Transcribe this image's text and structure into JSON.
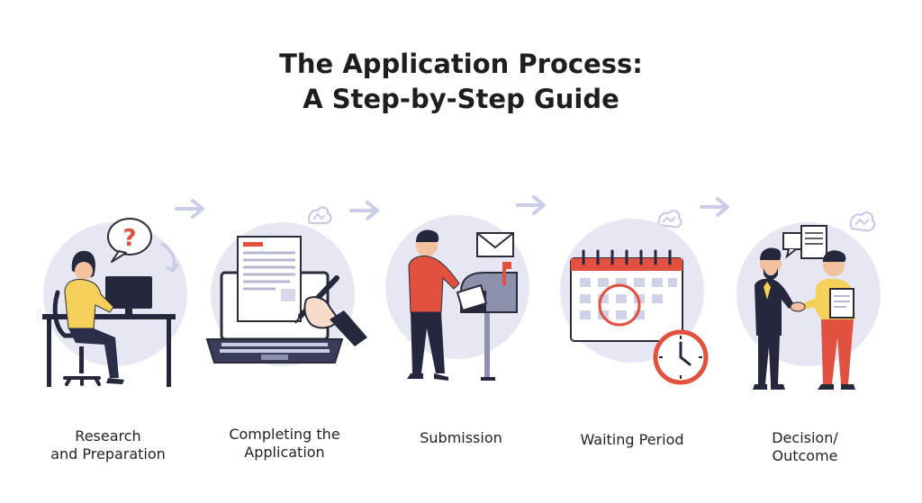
{
  "title": {
    "line1": "The Application Process:",
    "line2": "A Step-by-Step Guide"
  },
  "steps": [
    {
      "lines": [
        "Research",
        "and Preparation"
      ],
      "icon": "research-person-computer"
    },
    {
      "lines": [
        "Completing the",
        "Application"
      ],
      "icon": "laptop-document-pen"
    },
    {
      "lines": [
        "Submission"
      ],
      "icon": "person-mailbox"
    },
    {
      "lines": [
        "Waiting Period"
      ],
      "icon": "calendar-clock"
    },
    {
      "lines": [
        "Decision/",
        "Outcome"
      ],
      "icon": "handshake"
    }
  ],
  "marks": {
    "question": "?"
  },
  "colors": {
    "circle": "#e6e7f3",
    "arrow": "#c7cbe6",
    "accent_red": "#e2503f",
    "yellow": "#f4cf5a",
    "navy": "#25283d",
    "text": "#1e1e22"
  }
}
